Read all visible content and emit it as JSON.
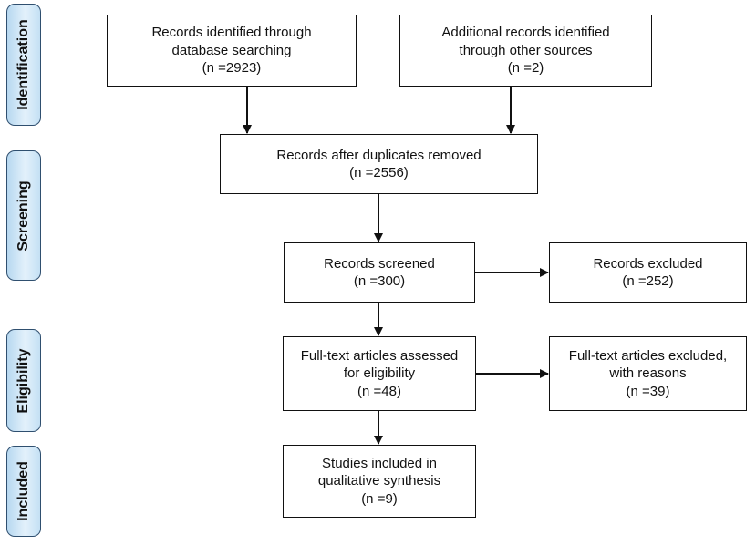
{
  "phases": {
    "identification": "Identification",
    "screening": "Screening",
    "eligibility": "Eligibility",
    "included": "Included"
  },
  "boxes": {
    "database": {
      "line1": "Records identified through",
      "line2": "database searching",
      "line3": "(n =2923)"
    },
    "other": {
      "line1": "Additional records identified",
      "line2": "through other sources",
      "line3": "(n =2)"
    },
    "duplicates": {
      "line1": "Records after duplicates removed",
      "line2": "(n =2556)"
    },
    "screened": {
      "line1": "Records screened",
      "line2": "(n =300)"
    },
    "excluded": {
      "line1": "Records excluded",
      "line2": "(n =252)"
    },
    "fulltext": {
      "line1": "Full-text articles assessed",
      "line2": "for eligibility",
      "line3": "(n =48)"
    },
    "fulltext_excluded": {
      "line1": "Full-text articles excluded,",
      "line2": "with reasons",
      "line3": "(n =39)"
    },
    "included": {
      "line1": "Studies included in",
      "line2": "qualitative synthesis",
      "line3": "(n =9)"
    }
  }
}
